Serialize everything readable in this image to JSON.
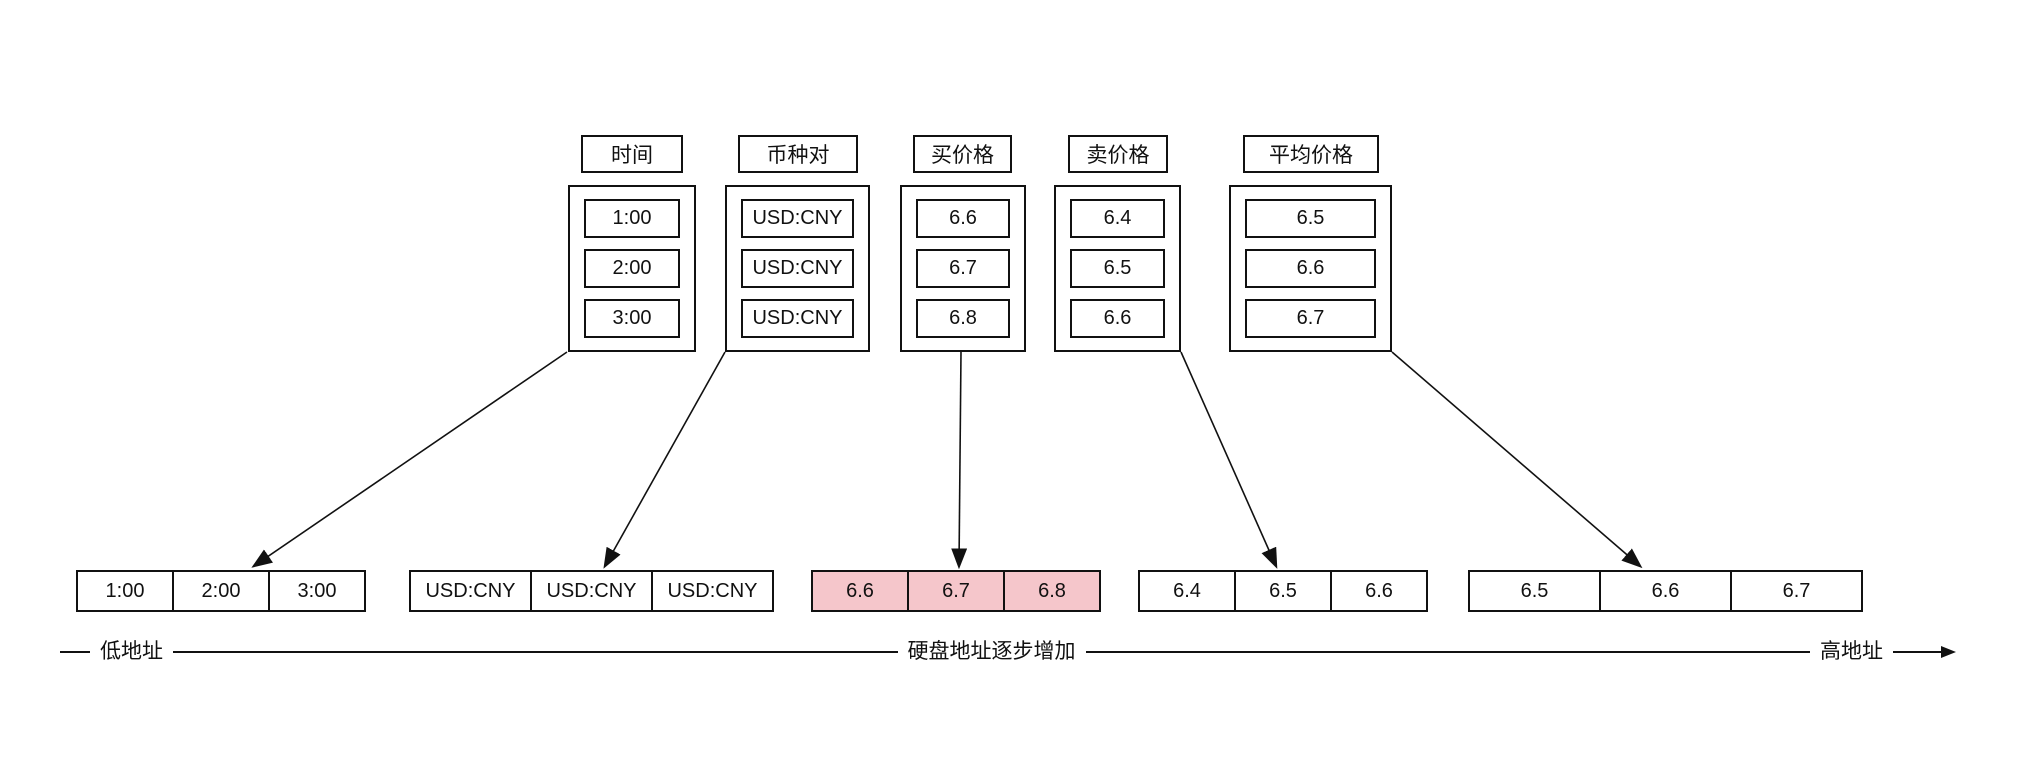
{
  "diagram": {
    "description_names": {
      "top_section": "column-field-boxes",
      "bottom_section": "disk-layout-row",
      "axis_section": "disk-address-axis"
    }
  },
  "columns": [
    {
      "header": "时间",
      "values": [
        "1:00",
        "2:00",
        "3:00"
      ]
    },
    {
      "header": "币种对",
      "values": [
        "USD:CNY",
        "USD:CNY",
        "USD:CNY"
      ]
    },
    {
      "header": "买价格",
      "values": [
        "6.6",
        "6.7",
        "6.8"
      ]
    },
    {
      "header": "卖价格",
      "values": [
        "6.4",
        "6.5",
        "6.6"
      ]
    },
    {
      "header": "平均价格",
      "values": [
        "6.5",
        "6.6",
        "6.7"
      ]
    }
  ],
  "disk_row": {
    "groups": [
      {
        "name": "time",
        "highlighted": false,
        "cells": [
          "1:00",
          "2:00",
          "3:00"
        ]
      },
      {
        "name": "currency-pair",
        "highlighted": false,
        "cells": [
          "USD:CNY",
          "USD:CNY",
          "USD:CNY"
        ]
      },
      {
        "name": "buy-price",
        "highlighted": true,
        "cells": [
          "6.6",
          "6.7",
          "6.8"
        ]
      },
      {
        "name": "sell-price",
        "highlighted": false,
        "cells": [
          "6.4",
          "6.5",
          "6.6"
        ]
      },
      {
        "name": "avg-price",
        "highlighted": false,
        "cells": [
          "6.5",
          "6.6",
          "6.7"
        ]
      }
    ]
  },
  "axis": {
    "left_label": "低地址",
    "center_label": "硬盘地址逐步增加",
    "right_label": "高地址"
  },
  "icons": {
    "axis_direction": "right-arrow"
  },
  "colors": {
    "highlight": "#f5c6cb",
    "stroke": "#111111",
    "background": "#ffffff"
  }
}
